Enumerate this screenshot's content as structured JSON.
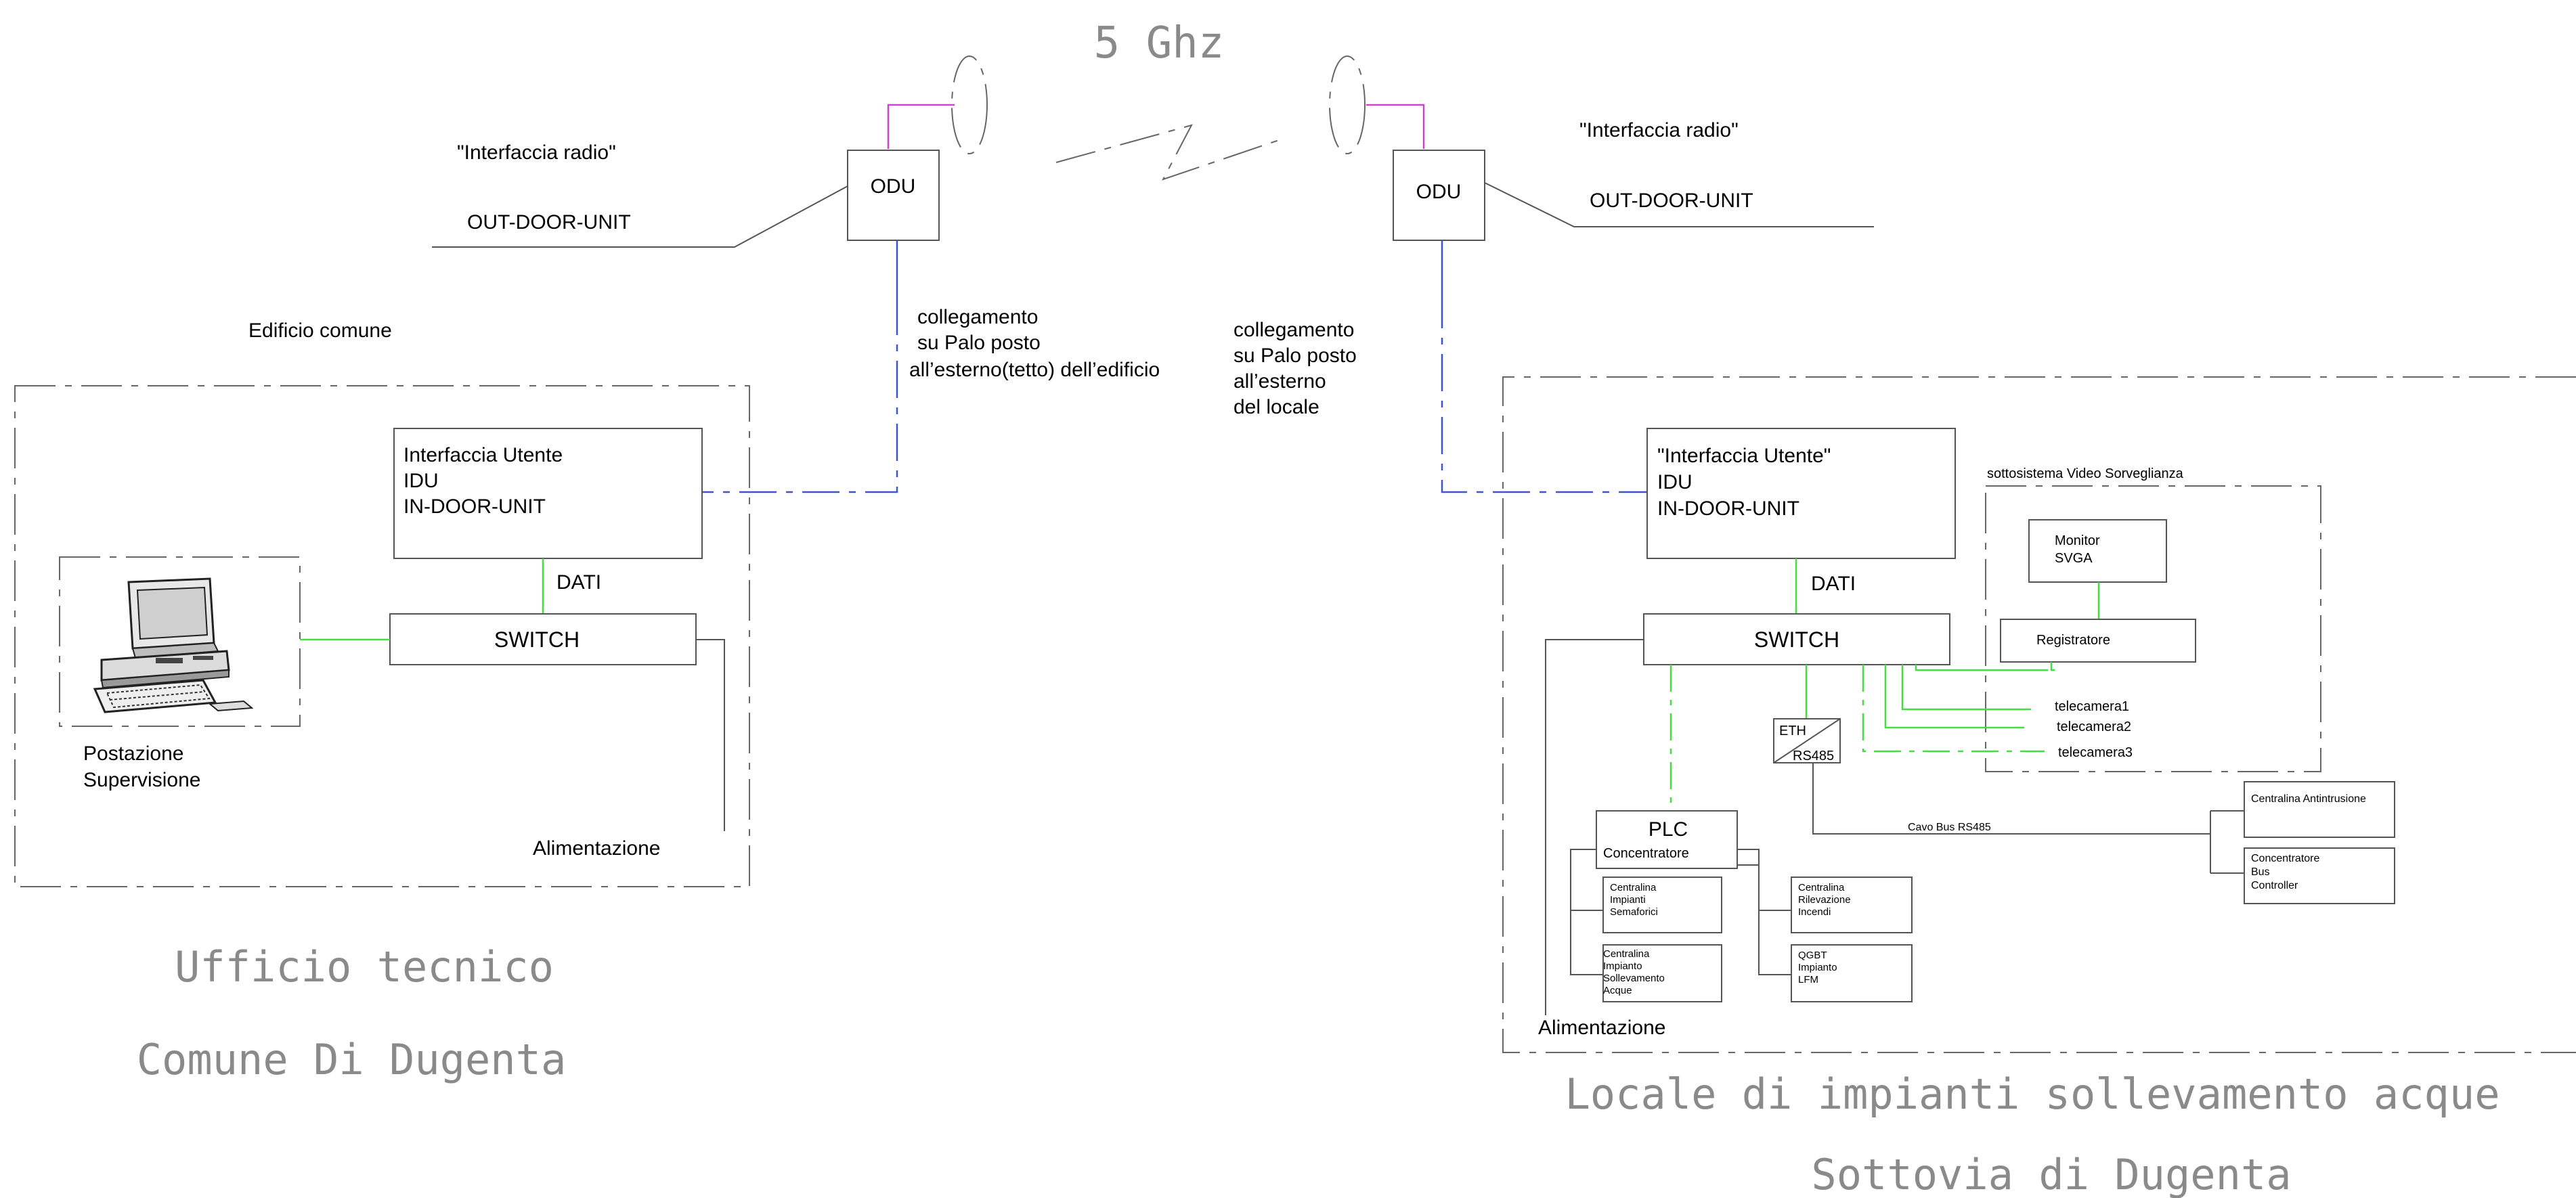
{
  "frequency": "5 Ghz",
  "left": {
    "radio_label": "\"Interfaccia radio\"",
    "odu_outdoor": "OUT-DOOR-UNIT",
    "odu_box": "ODU",
    "building": "Edificio comune",
    "connection": [
      "collegamento",
      "su Palo posto",
      "all’esterno(tetto) dell’edificio"
    ],
    "idu": [
      "Interfaccia Utente",
      "IDU",
      "IN-DOOR-UNIT"
    ],
    "dati": "DATI",
    "switch": "SWITCH",
    "workstation": [
      "Postazione",
      "Supervisione"
    ],
    "power": "Alimentazione",
    "title1": "Ufficio tecnico",
    "title2": "Comune Di Dugenta"
  },
  "right": {
    "radio_label": "\"Interfaccia radio\"",
    "odu_outdoor": "OUT-DOOR-UNIT",
    "odu_box": "ODU",
    "connection": [
      "collegamento",
      "su Palo posto",
      "all’esterno",
      "del locale"
    ],
    "idu": [
      "\"Interfaccia Utente\"",
      "IDU",
      "IN-DOOR-UNIT"
    ],
    "dati": "DATI",
    "switch": "SWITCH",
    "video_title": "sottosistema Video Sorveglianza",
    "monitor": [
      "Monitor",
      "SVGA"
    ],
    "recorder": "Registratore",
    "cameras": [
      "telecamera1",
      "telecamera2",
      "telecamera3"
    ],
    "eth": "ETH",
    "rs485": "RS485",
    "bus_cable": "Cavo Bus RS485",
    "plc": "PLC",
    "concentrator": "Concentratore",
    "traffic": [
      "Centralina",
      "Impianti",
      "Semaforici"
    ],
    "lifting": [
      "Centralina",
      "Impianto",
      "Sollevamento",
      "Acque"
    ],
    "fire": [
      "Centralina",
      "Rilevazione",
      "Incendi"
    ],
    "qgbt": [
      "QGBT",
      "Impianto",
      "LFM"
    ],
    "intrusion": "Centralina Antintrusione",
    "bus_controller": [
      "Concentratore",
      "Bus",
      "Controller"
    ],
    "power": "Alimentazione",
    "title1": "Locale di impianti sollevamento acque",
    "title2": "Sottovia di Dugenta"
  },
  "colors": {
    "line": "#555555",
    "blue_link": "#3a55d8",
    "green_link": "#44dd44",
    "magenta_link": "#cc44cc",
    "title_gray": "#8a8a8a"
  }
}
